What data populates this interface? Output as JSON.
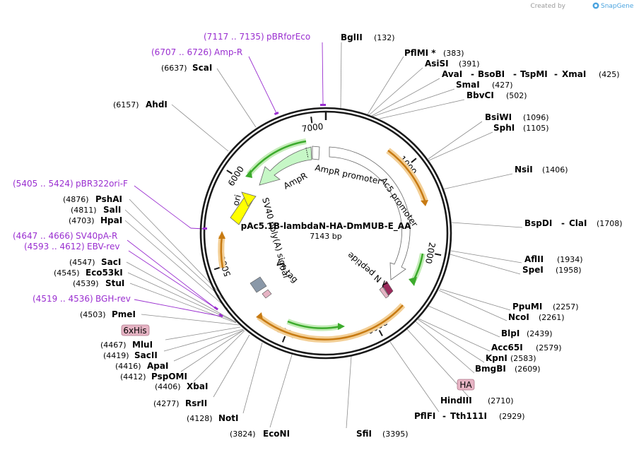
{
  "header": {
    "credit_prefix": "Created by",
    "credit_brand": "SnapGene"
  },
  "plasmid": {
    "name": "pAc5.1B-lambdaN-HA-DmMUB-E_AA",
    "length_label": "7143 bp",
    "length": 7143
  },
  "colors": {
    "primer": "#9a2fd0",
    "backbone": "#1a1a1a",
    "orange_feature": "#e8952a",
    "green_feature": "#3cab2c",
    "promoter": "#ffffff",
    "ori": "#ffff00",
    "amp": "#c6f7c6",
    "tag_box": "#e6b4c4",
    "lambda_n": "#9c2a5c",
    "v5": "#8a98a8"
  },
  "ticks": [
    {
      "pos": 1000,
      "label": "1000"
    },
    {
      "pos": 2000,
      "label": "2000"
    },
    {
      "pos": 3000,
      "label": "3000"
    },
    {
      "pos": 4000,
      "label": "4000"
    },
    {
      "pos": 5000,
      "label": "5000"
    },
    {
      "pos": 6000,
      "label": "6000"
    },
    {
      "pos": 7000,
      "label": "7000"
    }
  ],
  "features": [
    {
      "name": "AmpR",
      "icon": "arrow"
    },
    {
      "name": "AmpR promoter",
      "icon": "arrow"
    },
    {
      "name": "Ac5 promoter",
      "icon": "arrow"
    },
    {
      "name": "λ N peptide",
      "icon": "box"
    },
    {
      "name": "ori",
      "icon": "arrow"
    },
    {
      "name": "SV40 poly(A) signal",
      "icon": "arrow"
    },
    {
      "name": "V5 tag",
      "icon": "box"
    }
  ],
  "box_labels": [
    {
      "text": "6xHis"
    },
    {
      "text": "HA"
    }
  ],
  "sites": [
    {
      "name": "BglII",
      "pos": "(132)"
    },
    {
      "name": "PflMI *",
      "pos": "(383)"
    },
    {
      "name": "AsiSI",
      "pos": "(391)"
    },
    {
      "name": "AvaI",
      "pos": ""
    },
    {
      "name": "BsoBI",
      "pos": ""
    },
    {
      "name": "TspMI",
      "pos": ""
    },
    {
      "name": "XmaI",
      "pos": "(425)"
    },
    {
      "name": "SmaI",
      "pos": "(427)"
    },
    {
      "name": "BbvCI",
      "pos": "(502)"
    },
    {
      "name": "BsiWI",
      "pos": "(1096)"
    },
    {
      "name": "SphI",
      "pos": "(1105)"
    },
    {
      "name": "NsiI",
      "pos": "(1406)"
    },
    {
      "name": "BspDI",
      "pos": ""
    },
    {
      "name": "ClaI",
      "pos": "(1708)"
    },
    {
      "name": "AflII",
      "pos": "(1934)"
    },
    {
      "name": "SpeI",
      "pos": "(1958)"
    },
    {
      "name": "PpuMI",
      "pos": "(2257)"
    },
    {
      "name": "NcoI",
      "pos": "(2261)"
    },
    {
      "name": "BlpI",
      "pos": "(2439)"
    },
    {
      "name": "Acc65I",
      "pos": "(2579)"
    },
    {
      "name": "KpnI",
      "pos": "(2583)"
    },
    {
      "name": "BmgBI",
      "pos": "(2609)"
    },
    {
      "name": "HindIII",
      "pos": "(2710)"
    },
    {
      "name": "PflFI",
      "pos": ""
    },
    {
      "name": "Tth111I",
      "pos": "(2929)"
    },
    {
      "name": "SfiI",
      "pos": "(3395)"
    },
    {
      "name": "EcoNI",
      "pos": "(3824)"
    },
    {
      "name": "NotI",
      "pos": "(4128)"
    },
    {
      "name": "RsrII",
      "pos": "(4277)"
    },
    {
      "name": "XbaI",
      "pos": "(4406)"
    },
    {
      "name": "PspOMI",
      "pos": "(4412)"
    },
    {
      "name": "ApaI",
      "pos": "(4416)"
    },
    {
      "name": "SacII",
      "pos": "(4419)"
    },
    {
      "name": "MluI",
      "pos": "(4467)"
    },
    {
      "name": "PmeI",
      "pos": "(4503)"
    },
    {
      "name": "StuI",
      "pos": "(4539)"
    },
    {
      "name": "Eco53kI",
      "pos": "(4545)"
    },
    {
      "name": "SacI",
      "pos": "(4547)"
    },
    {
      "name": "HpaI",
      "pos": "(4703)"
    },
    {
      "name": "SalI",
      "pos": "(4811)"
    },
    {
      "name": "PshAI",
      "pos": "(4876)"
    },
    {
      "name": "AhdI",
      "pos": "(6157)"
    },
    {
      "name": "ScaI",
      "pos": "(6637)"
    }
  ],
  "primers": [
    {
      "range": "(7117 .. 7135)",
      "name": "pBRforEco"
    },
    {
      "range": "(6707 .. 6726)",
      "name": "Amp-R"
    },
    {
      "range": "(5405 .. 5424)",
      "name": "pBR322ori-F"
    },
    {
      "range": "(4647 .. 4666)",
      "name": "SV40pA-R"
    },
    {
      "range": "(4593 .. 4612)",
      "name": "EBV-rev"
    },
    {
      "range": "(4519 .. 4536)",
      "name": "BGH-rev"
    }
  ]
}
